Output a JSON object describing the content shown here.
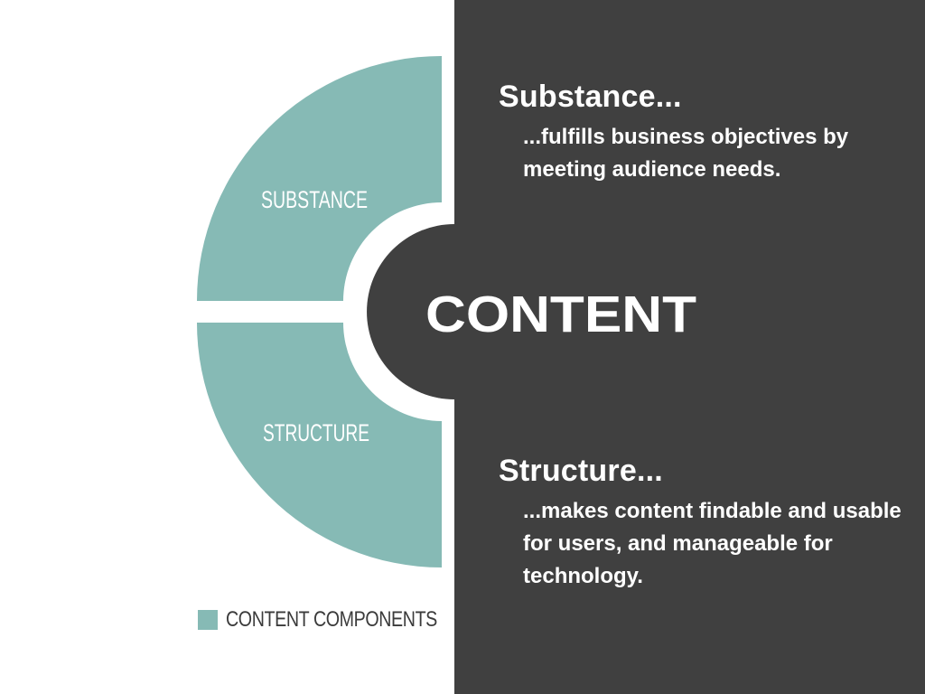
{
  "diagram": {
    "center_label": "CONTENT",
    "segments": [
      {
        "label": "SUBSTANCE"
      },
      {
        "label": "STRUCTURE"
      }
    ]
  },
  "panel": {
    "substance": {
      "heading": "Substance...",
      "description": "...fulfills business objectives by meeting audience needs."
    },
    "structure": {
      "heading": "Structure...",
      "description": "...makes content findable and usable for users, and manageable for technology."
    }
  },
  "legend": {
    "label": "CONTENT COMPONENTS"
  },
  "colors": {
    "wedge": "#86bab5",
    "panel": "#404040",
    "text_light": "#ffffff",
    "text_dark": "#3b3b3b"
  }
}
